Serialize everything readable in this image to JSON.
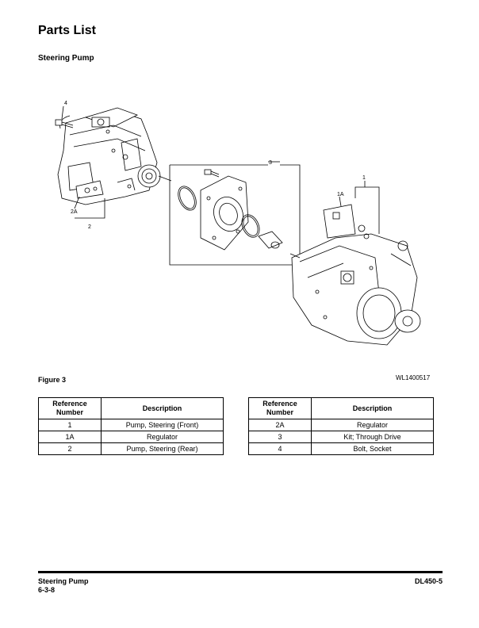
{
  "page": {
    "title": "Parts List",
    "subtitle": "Steering Pump"
  },
  "figure": {
    "caption": "Figure 3",
    "id": "WL1400517",
    "callouts": [
      "4",
      "3",
      "1",
      "1A",
      "2A",
      "2"
    ]
  },
  "tables": {
    "headers": {
      "ref": "Reference Number",
      "desc": "Description"
    },
    "left": [
      {
        "ref": "1",
        "desc": "Pump, Steering (Front)"
      },
      {
        "ref": "1A",
        "desc": "Regulator"
      },
      {
        "ref": "2",
        "desc": "Pump, Steering (Rear)"
      }
    ],
    "right": [
      {
        "ref": "2A",
        "desc": "Regulator"
      },
      {
        "ref": "3",
        "desc": "Kit; Through Drive"
      },
      {
        "ref": "4",
        "desc": "Bolt, Socket"
      }
    ]
  },
  "footer": {
    "left_line1": "Steering Pump",
    "left_line2": "6-3-8",
    "right": "DL450-5"
  }
}
